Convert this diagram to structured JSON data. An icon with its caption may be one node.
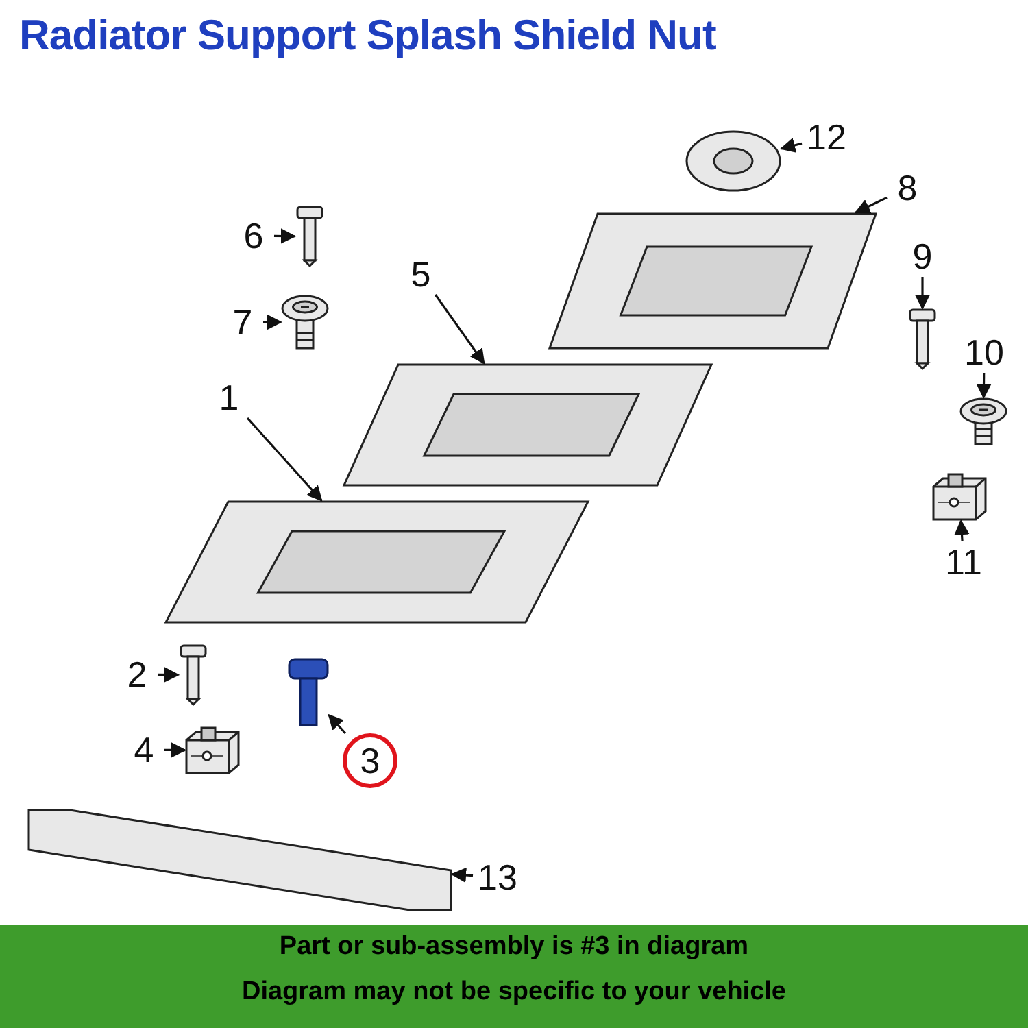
{
  "diagram": {
    "title": "Radiator Support Splash Shield Nut",
    "nodes": [
      {
        "text": [
          "1"
        ]
      },
      {
        "text": [
          "2"
        ]
      },
      {
        "text": [
          "3"
        ]
      },
      {
        "text": [
          "4"
        ]
      },
      {
        "text": [
          "5"
        ]
      },
      {
        "text": [
          "6"
        ]
      },
      {
        "text": [
          "7"
        ]
      },
      {
        "text": [
          "8"
        ]
      },
      {
        "text": [
          "9"
        ]
      },
      {
        "text": [
          "10"
        ]
      },
      {
        "text": [
          "11"
        ]
      },
      {
        "text": [
          "12"
        ]
      },
      {
        "text": [
          "13"
        ]
      },
      {
        "text": [],
        "shape": "picture"
      },
      {
        "text": [],
        "shape": "picture"
      },
      {
        "text": [],
        "shape": "picture"
      },
      {
        "text": [],
        "shape": "picture"
      },
      {
        "text": [],
        "shape": "picture"
      },
      {
        "text": [],
        "shape": "picture"
      },
      {
        "text": [],
        "shape": "picture"
      },
      {
        "text": [],
        "shape": "picture"
      },
      {
        "text": [],
        "shape": "picture"
      },
      {
        "text": [],
        "shape": "picture"
      },
      {
        "text": [],
        "shape": "picture"
      },
      {
        "text": [],
        "shape": "picture"
      },
      {
        "text": [],
        "shape": "picture"
      }
    ],
    "edges": [
      {
        "from": 0,
        "to": 13,
        "arrow": "to"
      },
      {
        "from": 1,
        "to": 14,
        "arrow": "to"
      },
      {
        "from": 2,
        "to": 15,
        "arrow": "to"
      },
      {
        "from": 3,
        "to": 16,
        "arrow": "to"
      },
      {
        "from": 4,
        "to": 17,
        "arrow": "to"
      },
      {
        "from": 5,
        "to": 18,
        "arrow": "to"
      },
      {
        "from": 6,
        "to": 19,
        "arrow": "to"
      },
      {
        "from": 7,
        "to": 20,
        "arrow": "to"
      },
      {
        "from": 8,
        "to": 21,
        "arrow": "to"
      },
      {
        "from": 9,
        "to": 22,
        "arrow": "to"
      },
      {
        "from": 10,
        "to": 23,
        "arrow": "to"
      },
      {
        "from": 11,
        "to": 24,
        "arrow": "to"
      },
      {
        "from": 12,
        "to": 25,
        "arrow": "to"
      }
    ],
    "labels": [
      "Part or sub-assembly is #3 in diagram",
      "Diagram may not be specific to your vehicle"
    ]
  }
}
